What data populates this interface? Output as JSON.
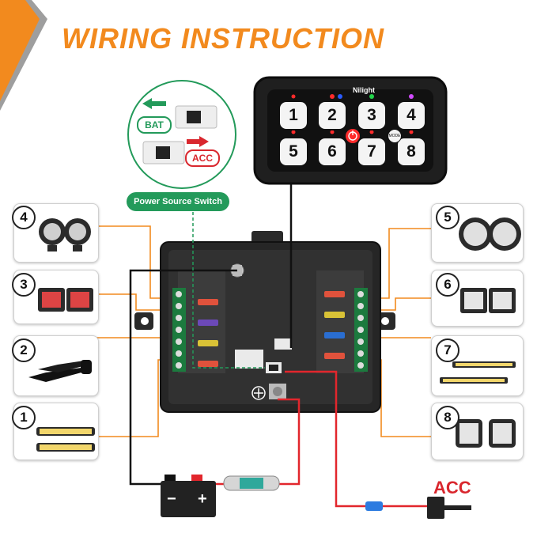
{
  "title": "WIRING INSTRUCTION",
  "switch_panel": {
    "brand": "Nilight",
    "mode_label": "MODE",
    "buttons": [
      "1",
      "2",
      "3",
      "4",
      "5",
      "6",
      "7",
      "8"
    ]
  },
  "power_source": {
    "label": "Power Source Switch",
    "bat_label": "BAT",
    "acc_label": "ACC"
  },
  "accessories_left": [
    {
      "number": "4",
      "icon": "round-led-pod-pair-icon"
    },
    {
      "number": "3",
      "icon": "square-led-pod-pair-icon"
    },
    {
      "number": "2",
      "icon": "air-horn-icon"
    },
    {
      "number": "1",
      "icon": "led-light-bar-pair-icon"
    }
  ],
  "accessories_right": [
    {
      "number": "5",
      "icon": "round-driving-light-pair-icon"
    },
    {
      "number": "6",
      "icon": "cube-light-pair-icon"
    },
    {
      "number": "7",
      "icon": "slim-light-bar-pair-icon"
    },
    {
      "number": "8",
      "icon": "square-pod-pair-icon"
    }
  ],
  "battery": {
    "minus_label": "−",
    "plus_label": "+"
  },
  "acc_wire_label": "ACC",
  "colors": {
    "title": "#f28a1e",
    "wire_orange": "#f28a1e",
    "wire_red": "#e2262c",
    "green": "#239a5a",
    "red_accent": "#d9272e",
    "led_red": "#ff2b2b",
    "led_blue": "#2a5bff",
    "led_green": "#22d34a",
    "led_purple": "#d14bff"
  }
}
